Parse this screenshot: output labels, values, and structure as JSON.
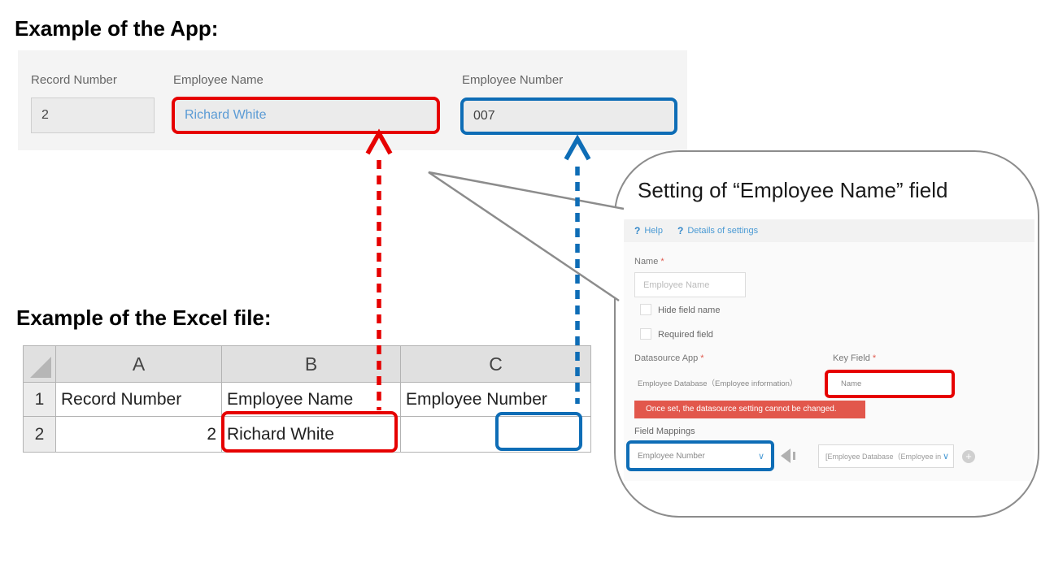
{
  "app_example": {
    "title": "Example of the App:",
    "fields": [
      {
        "label": "Record Number",
        "value": "2",
        "highlight": "none"
      },
      {
        "label": "Employee Name",
        "value": "Richard White",
        "highlight": "red"
      },
      {
        "label": "Employee Number",
        "value": "007",
        "highlight": "blue"
      }
    ]
  },
  "excel_example": {
    "title": "Example of the Excel file:",
    "columns": [
      "A",
      "B",
      "C"
    ],
    "rows": [
      {
        "num": "1",
        "cells": [
          "Record Number",
          "Employee Name",
          "Employee Number"
        ]
      },
      {
        "num": "2",
        "cells": [
          "2",
          "Richard White",
          ""
        ]
      }
    ]
  },
  "callout": {
    "title": "Setting of “Employee Name” field",
    "help_label": "Help",
    "details_label": "Details of settings",
    "name_label": "Name",
    "required_mark": "*",
    "name_placeholder": "Employee Name",
    "hide_checkbox_label": "Hide field name",
    "required_checkbox_label": "Required field",
    "datasource_label": "Datasource App",
    "datasource_value": "Employee Database（Employee information）",
    "keyfield_label": "Key Field",
    "keyfield_value": "Name",
    "warning_text": "Once set, the datasource setting cannot be changed.",
    "mappings_label": "Field Mappings",
    "mapping_source_value": "Employee Number",
    "mapping_target_value": "[Employee Database（Employee in"
  },
  "icons": {
    "help_icon": "?",
    "chevron_down_icon": "∨",
    "plus_icon": "+"
  },
  "colors": {
    "highlight_red": "#e60000",
    "highlight_blue": "#0e6db6",
    "warning_bg": "#e2574c",
    "link_blue": "#4a9ad4",
    "app_value_blue": "#5b9bd5",
    "bubble_border_gray": "#8c8c8c"
  }
}
